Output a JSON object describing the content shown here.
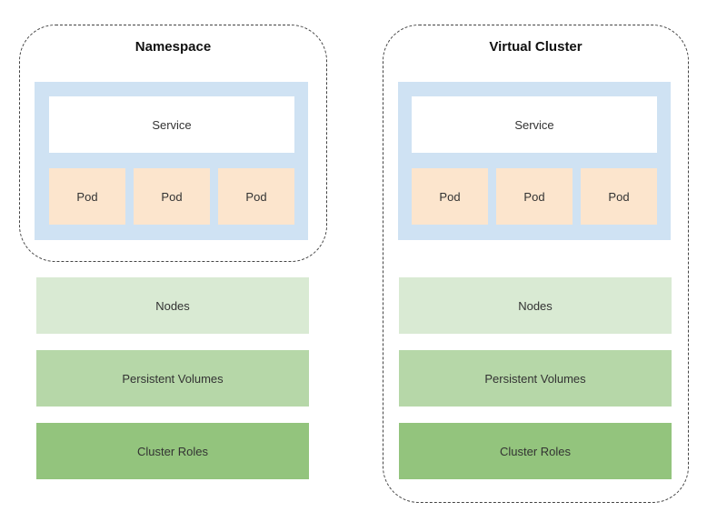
{
  "colors": {
    "service": "#ffffff",
    "pod": "#fce5cd",
    "scope_box": "#cfe2f3",
    "nodes": "#d9ead3",
    "persistent_volumes": "#b6d7a8",
    "cluster_roles": "#93c47d"
  },
  "left": {
    "title": "Namespace",
    "service": "Service",
    "pods": [
      "Pod",
      "Pod",
      "Pod"
    ],
    "layers": [
      "Nodes",
      "Persistent Volumes",
      "Cluster Roles"
    ]
  },
  "right": {
    "title": "Virtual Cluster",
    "service": "Service",
    "pods": [
      "Pod",
      "Pod",
      "Pod"
    ],
    "layers": [
      "Nodes",
      "Persistent Volumes",
      "Cluster Roles"
    ]
  }
}
